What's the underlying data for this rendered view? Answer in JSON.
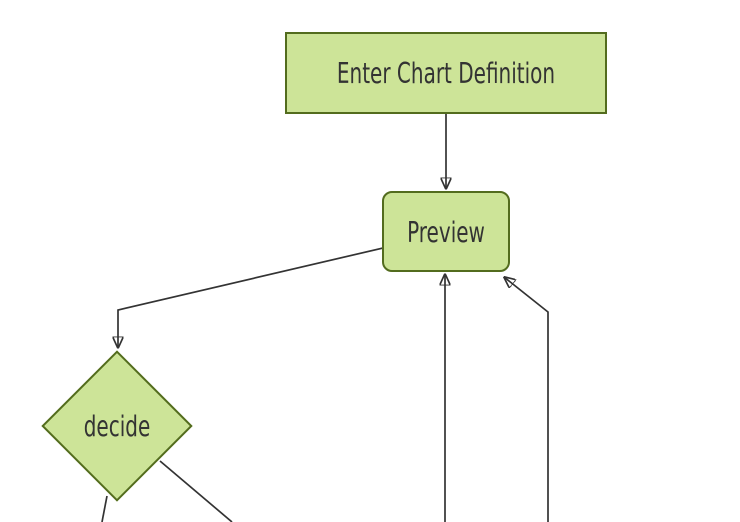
{
  "diagram": {
    "type": "flowchart",
    "direction": "top-down",
    "background": "#ffffff",
    "colors": {
      "node_fill": "#cde498",
      "node_border": "#536c1e",
      "edge_line": "#333333",
      "arrowhead": "#222222",
      "label_text": "#333333"
    },
    "nodes": [
      {
        "id": "enter-chart-definition",
        "label": "Enter Chart Definition",
        "shape": "rectangle"
      },
      {
        "id": "preview",
        "label": "Preview",
        "shape": "rounded-rectangle"
      },
      {
        "id": "decide",
        "label": "decide",
        "shape": "diamond"
      }
    ],
    "edges": [
      {
        "from": "enter-chart-definition",
        "to": "preview",
        "arrowhead": "visible"
      },
      {
        "from": "preview",
        "to": "decide",
        "arrowhead": "visible"
      },
      {
        "from": "offscreen-bottom",
        "to": "preview",
        "arrowhead": "visible"
      },
      {
        "from": "offscreen-bottom-right",
        "to": "preview",
        "arrowhead": "visible"
      },
      {
        "from": "decide",
        "to": "offscreen-bottom-left",
        "arrowhead": "cut-off"
      },
      {
        "from": "decide",
        "to": "offscreen-bottom-right",
        "arrowhead": "cut-off"
      }
    ]
  }
}
